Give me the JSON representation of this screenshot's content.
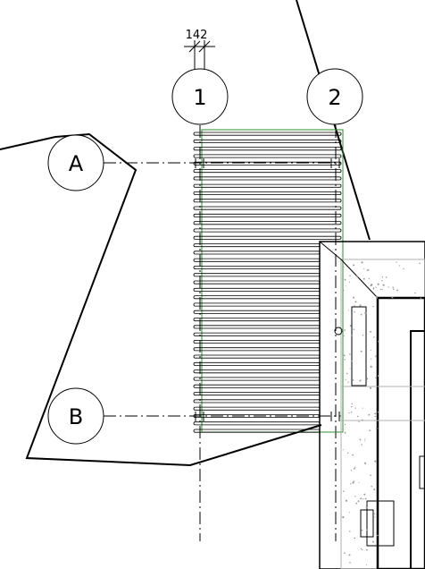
{
  "dimension": {
    "value": "142"
  },
  "grid_lines": [
    {
      "id": "1",
      "orientation": "vertical"
    },
    {
      "id": "2",
      "orientation": "vertical"
    },
    {
      "id": "A",
      "orientation": "horizontal"
    },
    {
      "id": "B",
      "orientation": "horizontal"
    }
  ],
  "colors": {
    "line": "#000000",
    "slat_outline": "#2e8b2e",
    "hatch": "#b0b0b0"
  }
}
